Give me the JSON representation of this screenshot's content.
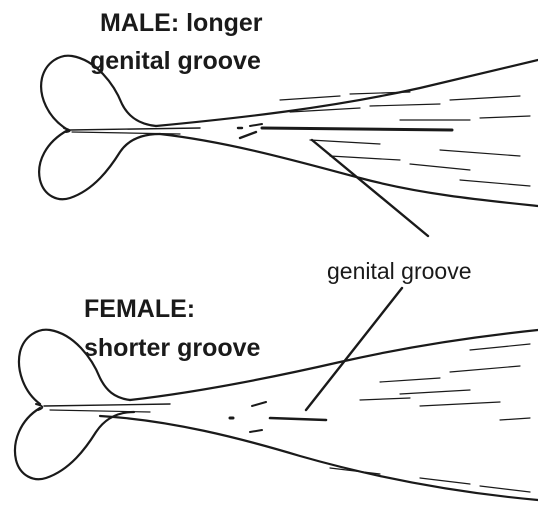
{
  "male": {
    "line1": "MALE: longer",
    "line2": "genital groove"
  },
  "female": {
    "line1": "FEMALE:",
    "line2": "shorter groove"
  },
  "callout": {
    "label": "genital groove"
  },
  "colors": {
    "ink": "#1a1a1a",
    "background": "#ffffff"
  }
}
